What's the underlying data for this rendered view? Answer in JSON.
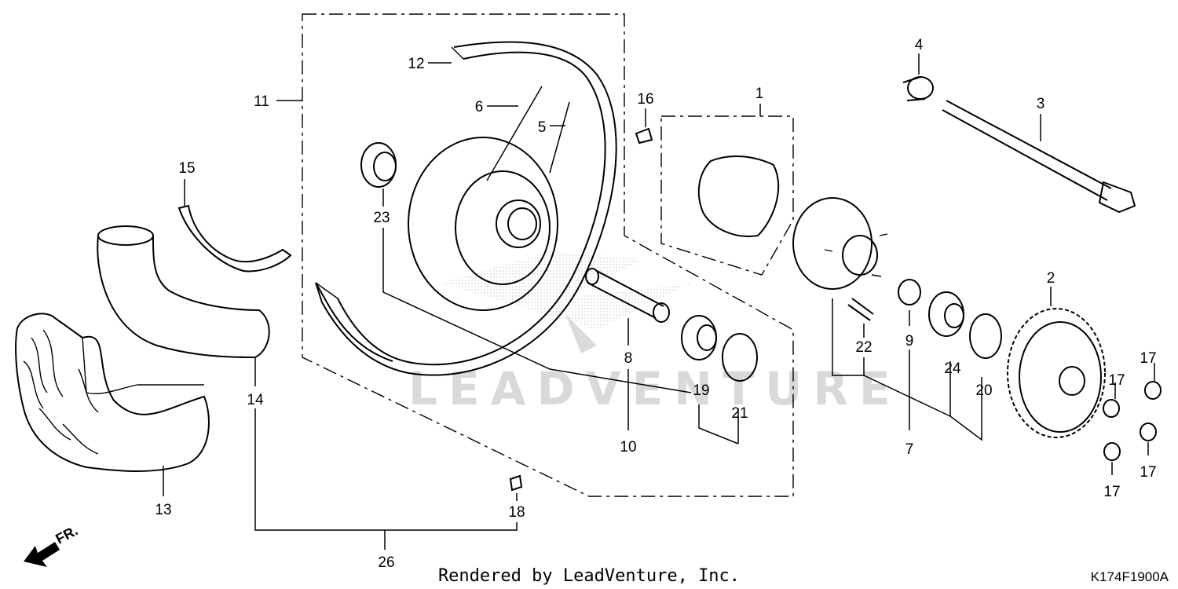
{
  "callouts": {
    "c1": "1",
    "c2": "2",
    "c3": "3",
    "c4": "4",
    "c5": "5",
    "c6": "6",
    "c7": "7",
    "c8": "8",
    "c9": "9",
    "c10": "10",
    "c11": "11",
    "c12": "12",
    "c13": "13",
    "c14": "14",
    "c15": "15",
    "c16": "16",
    "c17a": "17",
    "c17b": "17",
    "c17c": "17",
    "c17d": "17",
    "c18": "18",
    "c19": "19",
    "c20": "20",
    "c21": "21",
    "c22": "22",
    "c23": "23",
    "c24": "24",
    "c26": "26"
  },
  "direction_label": "FR.",
  "watermark": "LEADVENTURE",
  "footer": {
    "credit": "Rendered by LeadVenture, Inc.",
    "diagram_code": "K174F1900A"
  }
}
